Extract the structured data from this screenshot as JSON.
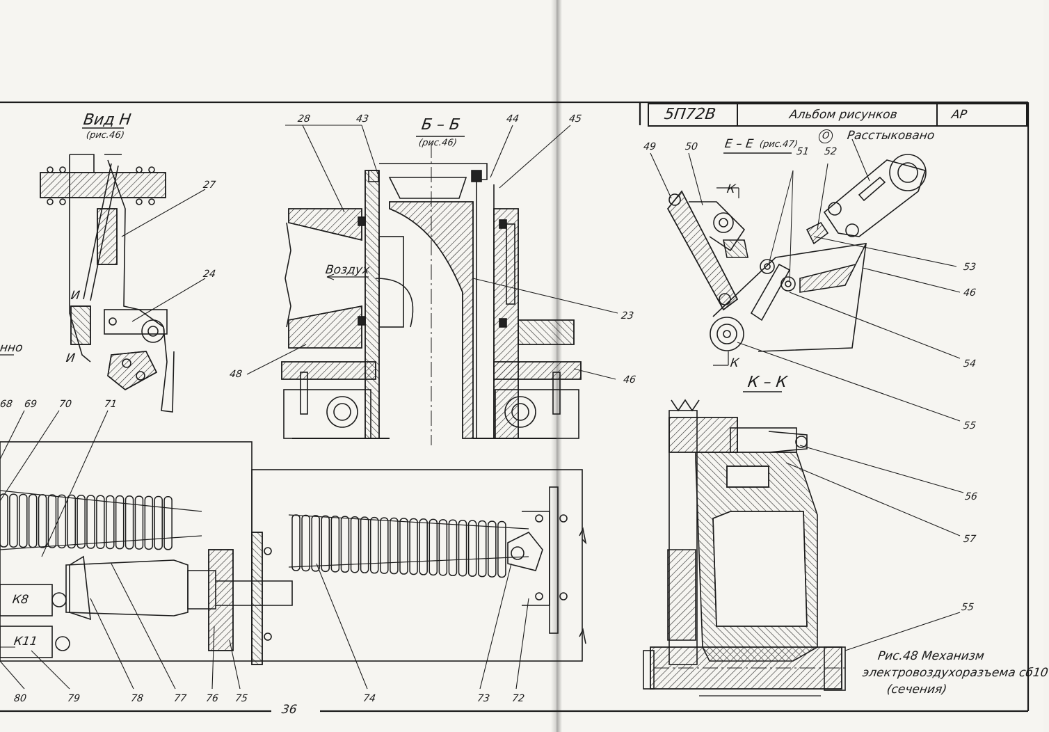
{
  "title_block": {
    "drawing_no": "5П72В",
    "album": "Альбом рисунков",
    "code": "АР"
  },
  "views": {
    "view_h": {
      "title": "Вид Н",
      "ref": "(рис.46)",
      "marks": [
        "И",
        "И"
      ]
    },
    "section_bb": {
      "title": "Б – Б",
      "ref": "(рис.46)",
      "air_label": "Воздух"
    },
    "section_ee": {
      "title": "Е – Е",
      "ref": "(рис.47)",
      "circle_label": "О",
      "status": "Расстыковано",
      "cut_marks": [
        "К",
        "К"
      ]
    },
    "section_kk": {
      "title": "К – К"
    },
    "partial_left": "нно"
  },
  "caption": {
    "line1": "Рис.48 Механизм",
    "line2": "электровоздухоразъема сб10",
    "line3": "(сечения)"
  },
  "page_number": "36",
  "callouts": {
    "top": [
      "28",
      "43",
      "44",
      "45",
      "49",
      "50",
      "51",
      "52"
    ],
    "right": [
      "27",
      "24",
      "23",
      "48",
      "46",
      "53",
      "46",
      "54",
      "55",
      "56",
      "57",
      "55"
    ],
    "bottom": [
      "68",
      "69",
      "70",
      "71",
      "80",
      "79",
      "78",
      "77",
      "76",
      "75",
      "74",
      "73",
      "72"
    ]
  },
  "components": {
    "k8": "К8",
    "k11": "К11"
  }
}
